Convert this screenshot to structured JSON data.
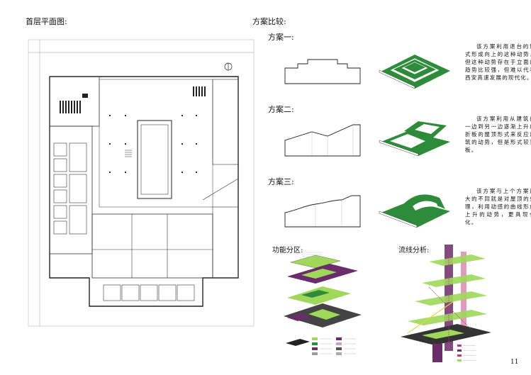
{
  "titles": {
    "floor_plan": "首层平面图:",
    "comparison": "方案比较:",
    "function_zone": "功能分区:",
    "circulation_zone": "流线分析:"
  },
  "schemes": [
    {
      "name": "方案一:",
      "text": "该方案利用退台的形式形成向上的这种动势，但这种动势存在于立面的趋势比较强，但难以代表西安高速发展的现代化。"
    },
    {
      "name": "方案二:",
      "text": "该方案利用从建筑的一边到另一边逐渐上升的折板的屋顶形式来反应建筑的动势，但是形式较呆板。"
    },
    {
      "name": "方案三:",
      "text": "该方案与上个方案最大的不同就是对屋顶的处理，利用动感的曲线形成上升的动势，更具现代化。"
    }
  ],
  "page_number": "11",
  "colors": {
    "green": "#2e8b3a",
    "lime": "#9fd85a",
    "purple": "#6a2d6a",
    "pink": "#c03a7a",
    "dark": "#333"
  }
}
